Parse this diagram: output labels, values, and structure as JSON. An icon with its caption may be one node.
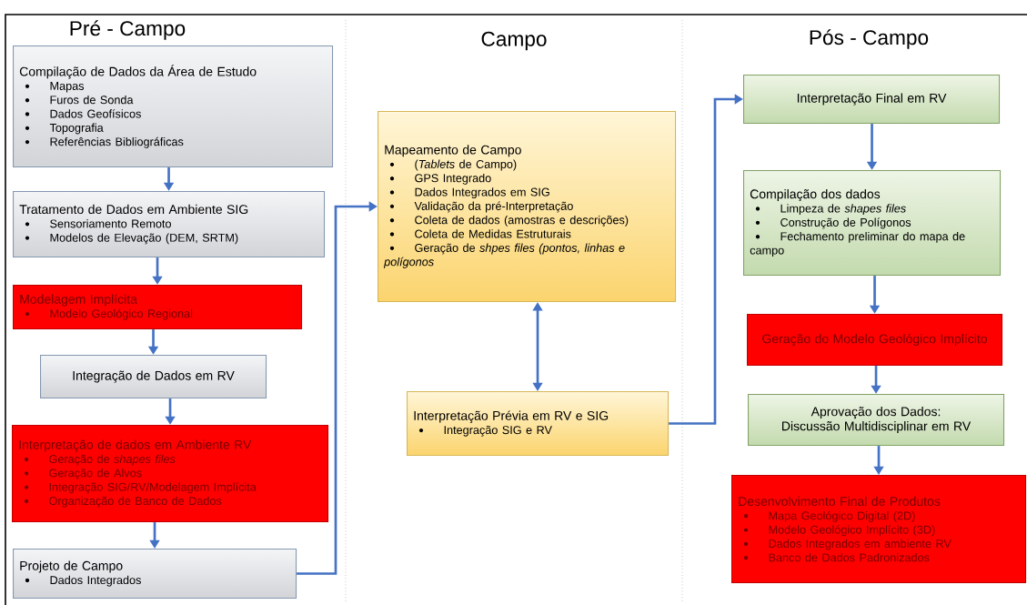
{
  "diagram": {
    "nodes": [
      {
        "text": [
          "Compilação de Dados da Área de Estudo",
          "Mapas",
          "Furos de Sonda",
          "Dados Geofísicos",
          "Topografia",
          "Referências Bibliográficas"
        ]
      },
      {
        "text": [
          "Tratamento de Dados em Ambiente SIG",
          "Sensoriamento Remoto",
          "Modelos de Elevação (DEM, SRTM)"
        ]
      },
      {
        "text": [
          "Modelagem Implícita",
          "Modelo Geológico Regional"
        ]
      },
      {
        "text": [
          "Integração de Dados em RV"
        ]
      },
      {
        "text": [
          "Interpretação de dados em Ambiente RV",
          "Geração de *shapes files*",
          "Geração de Alvos",
          "Integração SIG/RV/Modelagem Implícita",
          "Organização de Banco de Dados"
        ]
      },
      {
        "text": [
          "Projeto de Campo",
          "Dados Integrados"
        ]
      },
      {
        "text": [
          "Mapeamento de Campo",
          "(*Tablets* de Campo)",
          "GPS Integrado",
          "Dados Integrados em SIG",
          "Validação da pré-Interpretação",
          "Coleta de dados (amostras e descrições)",
          "Coleta de Medidas Estruturais",
          "Geração de *shpes files (pontos, linhas e polígonos*"
        ]
      },
      {
        "text": [
          "Interpretação Prévia em RV e SIG",
          "Integração SIG e RV"
        ]
      },
      {
        "text": [
          "Interpretação Final em RV"
        ]
      },
      {
        "text": [
          "Compilação dos dados",
          "Limpeza de *shapes files*",
          "Construção de Polígonos",
          "Fechamento preliminar do mapa de campo"
        ]
      },
      {
        "text": [
          "Geração do Modelo Geológico Implícito"
        ]
      },
      {
        "text": [
          "Aprovação dos Dados: Discussão Multidisciplinar em RV"
        ]
      },
      {
        "text": [
          "Desenvolvimento Final de Produtos",
          "Mapa Geológico Digital (2D)",
          "Modelo Geológico Implícito (3D)",
          "Dados Integrados em ambiente RV",
          "Banco de Dados Padronizados"
        ]
      }
    ],
    "edges": [
      {
        "from": 0,
        "to": 1,
        "arrow": "to"
      },
      {
        "from": 1,
        "to": 2,
        "arrow": "to"
      },
      {
        "from": 2,
        "to": 3,
        "arrow": "to"
      },
      {
        "from": 3,
        "to": 4,
        "arrow": "to"
      },
      {
        "from": 4,
        "to": 5,
        "arrow": "to"
      },
      {
        "from": 5,
        "to": 6,
        "arrow": "to"
      },
      {
        "from": 6,
        "to": 7,
        "arrow": "both"
      },
      {
        "from": 7,
        "to": 8,
        "arrow": "to"
      },
      {
        "from": 8,
        "to": 9,
        "arrow": "to"
      },
      {
        "from": 9,
        "to": 10,
        "arrow": "to"
      },
      {
        "from": 10,
        "to": 11,
        "arrow": "to"
      },
      {
        "from": 11,
        "to": 12,
        "arrow": "to"
      }
    ],
    "labels": [
      "Pré - Campo",
      "Campo",
      "Pós - Campo"
    ]
  }
}
